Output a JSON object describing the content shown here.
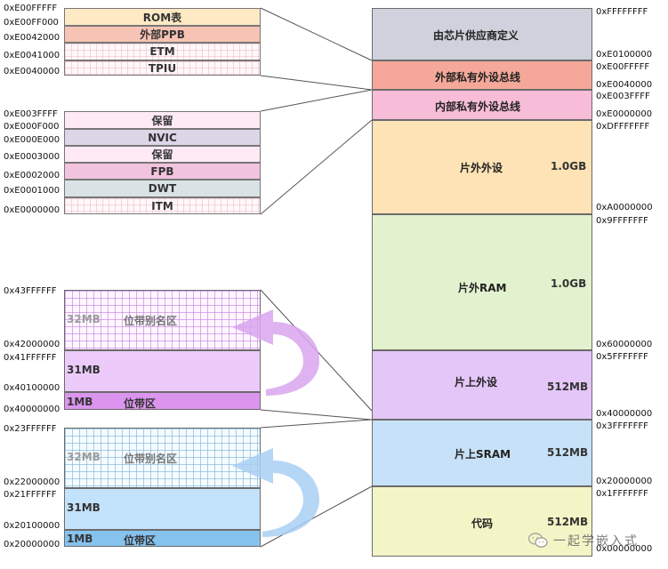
{
  "memory_map": {
    "regions": [
      {
        "name": "由芯片供应商定义",
        "color": "#cfd1dc"
      },
      {
        "name": "外部私有外设总线",
        "color": "#f5a89a"
      },
      {
        "name": "内部私有外设总线",
        "color": "#f7bcd7"
      },
      {
        "name": "片外外设",
        "size": "1.0GB",
        "color": "#fde3b5"
      },
      {
        "name": "片外RAM",
        "size": "1.0GB",
        "color": "#e3f2ce"
      },
      {
        "name": "片上外设",
        "size": "512MB",
        "color": "#e4c6f8"
      },
      {
        "name": "片上SRAM",
        "size": "512MB",
        "color": "#c7e1f8"
      },
      {
        "name": "代码",
        "size": "512MB",
        "color": "#f4f5c6"
      }
    ],
    "addresses": [
      "0xFFFFFFFF",
      "0xE0100000",
      "0xE00FFFFF",
      "0xE0040000",
      "0xE003FFFF",
      "0xE0000000",
      "0xDFFFFFFF",
      "0xA0000000",
      "0x9FFFFFFF",
      "0x60000000",
      "0x5FFFFFFF",
      "0x40000000",
      "0x3FFFFFFF",
      "0x20000000",
      "0x1FFFFFFF",
      "0x00000000"
    ]
  },
  "external_ppb": {
    "items": [
      {
        "label": "ROM表",
        "color": "#fde9c4"
      },
      {
        "label": "外部PPB",
        "color": "#f6c3b4"
      },
      {
        "label": "ETM",
        "color": "#fdeef0"
      },
      {
        "label": "TPIU",
        "color": "#fdeef0"
      }
    ],
    "addresses": [
      "0xE00FFFFF",
      "0xE00FF000",
      "0xE0042000",
      "0xE0041000",
      "0xE0040000"
    ]
  },
  "internal_ppb": {
    "items": [
      {
        "label": "保留",
        "color": "#fdeaf5"
      },
      {
        "label": "NVIC",
        "color": "#dcd6e8"
      },
      {
        "label": "保留",
        "color": "#fdeaf5"
      },
      {
        "label": "FPB",
        "color": "#f2c3de"
      },
      {
        "label": "DWT",
        "color": "#d9e3e6"
      },
      {
        "label": "ITM",
        "color": "#fdeef0"
      }
    ],
    "addresses": [
      "0xE003FFFF",
      "0xE000F000",
      "0xE000E000",
      "0xE0003000",
      "0xE0002000",
      "0xE0001000",
      "0xE0000000"
    ]
  },
  "peripheral_bitband": {
    "alias": {
      "size": "32MB",
      "label": "位带别名区"
    },
    "middle": {
      "size": "31MB"
    },
    "region": {
      "size": "1MB",
      "label": "位带区"
    },
    "addresses": [
      "0x43FFFFFF",
      "0x42000000",
      "0x41FFFFFF",
      "0x40100000",
      "0x40000000"
    ],
    "arrow_color": "#d9a4ef"
  },
  "sram_bitband": {
    "alias": {
      "size": "32MB",
      "label": "位带别名区"
    },
    "middle": {
      "size": "31MB"
    },
    "region": {
      "size": "1MB",
      "label": "位带区"
    },
    "addresses": [
      "0x23FFFFFF",
      "0x22000000",
      "0x21FFFFFF",
      "0x20100000",
      "0x20000000"
    ],
    "arrow_color": "#a8cff3"
  },
  "watermark": {
    "text": "一起学嵌入式"
  }
}
